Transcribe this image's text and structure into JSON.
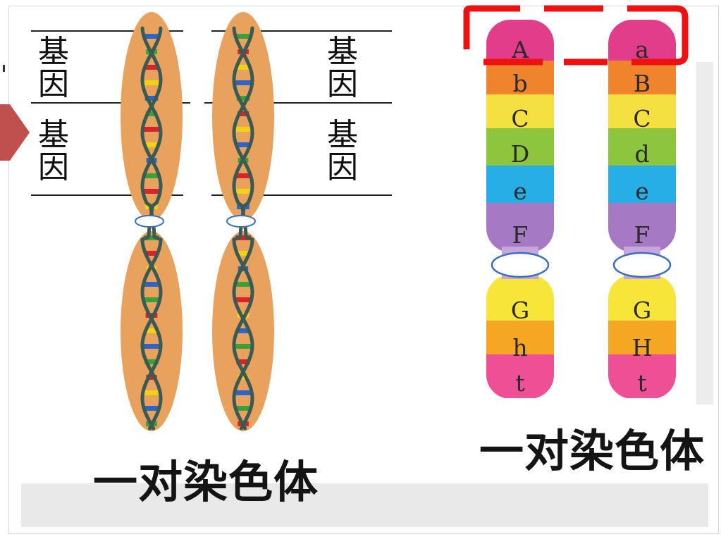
{
  "left_figure": {
    "gene_label_left_upper_1": "基",
    "gene_label_left_upper_2": "因",
    "gene_label_left_lower_1": "基",
    "gene_label_left_lower_2": "因",
    "gene_label_right_upper_1": "基",
    "gene_label_right_upper_2": "因",
    "gene_label_right_lower_1": "基",
    "gene_label_right_lower_2": "因",
    "caption": "一对染色体",
    "colors": {
      "chromatid": "#e9a15e",
      "helix": "#3b5a52",
      "rung_red": "#d9232a",
      "rung_yellow": "#f2d214",
      "rung_blue": "#2e64c8",
      "rung_green": "#3aa13a"
    }
  },
  "right_figure": {
    "caption": "一对染色体",
    "chromosome_1_bands": [
      "A",
      "b",
      "C",
      "D",
      "e",
      "F",
      "G",
      "h",
      "t"
    ],
    "chromosome_2_bands": [
      "a",
      "B",
      "C",
      "d",
      "e",
      "F",
      "G",
      "H",
      "t"
    ],
    "band_colors": [
      "#e23d8a",
      "#f0842c",
      "#f4e040",
      "#8dc53e",
      "#27aee6",
      "#a679c4",
      "#f7e53a",
      "#f5a623",
      "#ef4f94"
    ],
    "highlight_color": "#ee1111",
    "arrow_color": "#c0504d"
  }
}
